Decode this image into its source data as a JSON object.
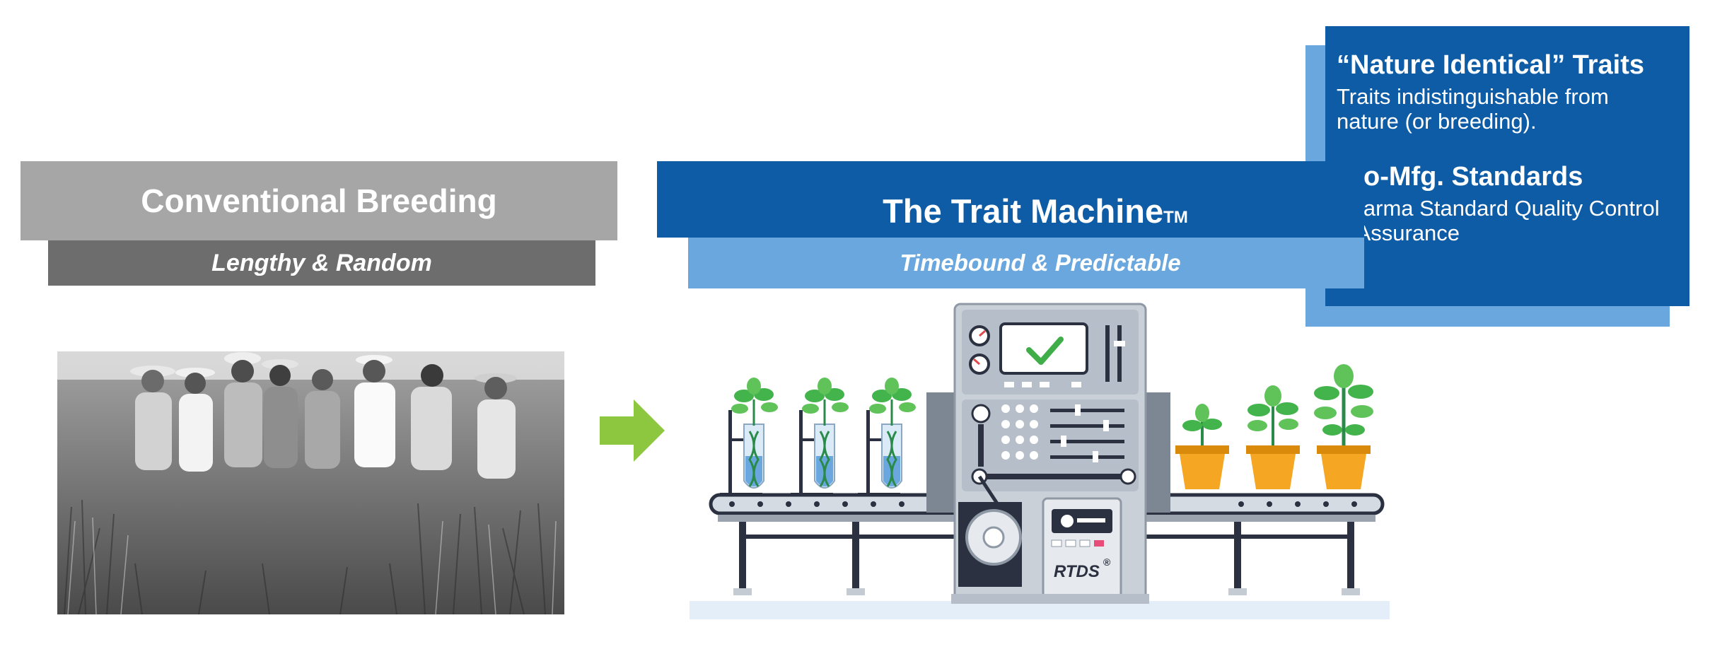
{
  "conventional": {
    "title": "Conventional Breeding",
    "subtitle": "Lengthy & Random"
  },
  "trait_machine": {
    "title": "The Trait Machine",
    "trademark": "TM",
    "subtitle": "Timebound & Predictable",
    "machine_label": "RTDS",
    "registered": "®"
  },
  "callout": {
    "heading1": "“Nature Identical” Traits",
    "text1_line1": "Traits indistinguishable from",
    "text1_line2": "nature (or breeding).",
    "heading2": "Bio-Mfg. Standards",
    "text2_line1": "Pharma Standard Quality Control",
    "text2_line2": "& Assurance"
  },
  "colors": {
    "dark_blue": "#0e5ba6",
    "light_blue": "#6aa7de",
    "gray": "#a6a6a6",
    "dark_gray": "#6d6d6d",
    "arrow_green": "#8dc63f",
    "pot_orange": "#f5a623"
  }
}
